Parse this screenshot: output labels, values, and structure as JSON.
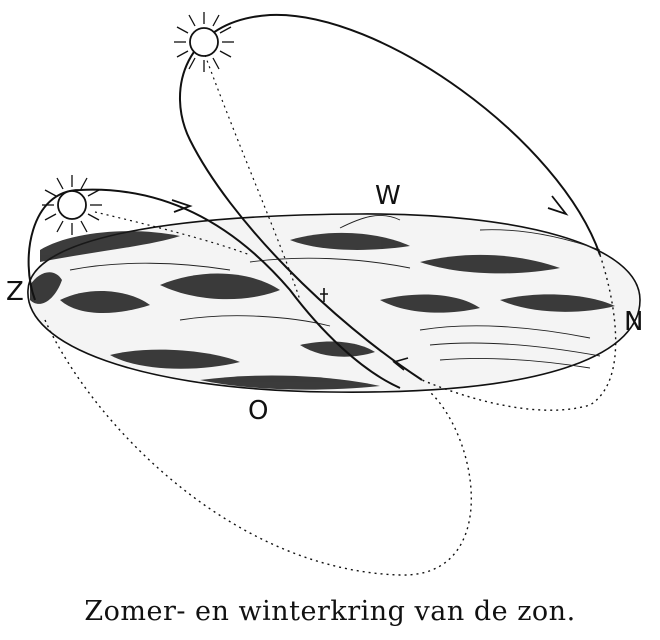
{
  "compass": {
    "west": "W",
    "south": "Z",
    "north": "N",
    "east": "O"
  },
  "caption": "Zomer- en winterkring van de zon.",
  "icons": {
    "summer_sun": "sun-icon",
    "winter_sun": "sun-icon"
  },
  "colors": {
    "ink": "#111111",
    "paper": "#ffffff"
  }
}
